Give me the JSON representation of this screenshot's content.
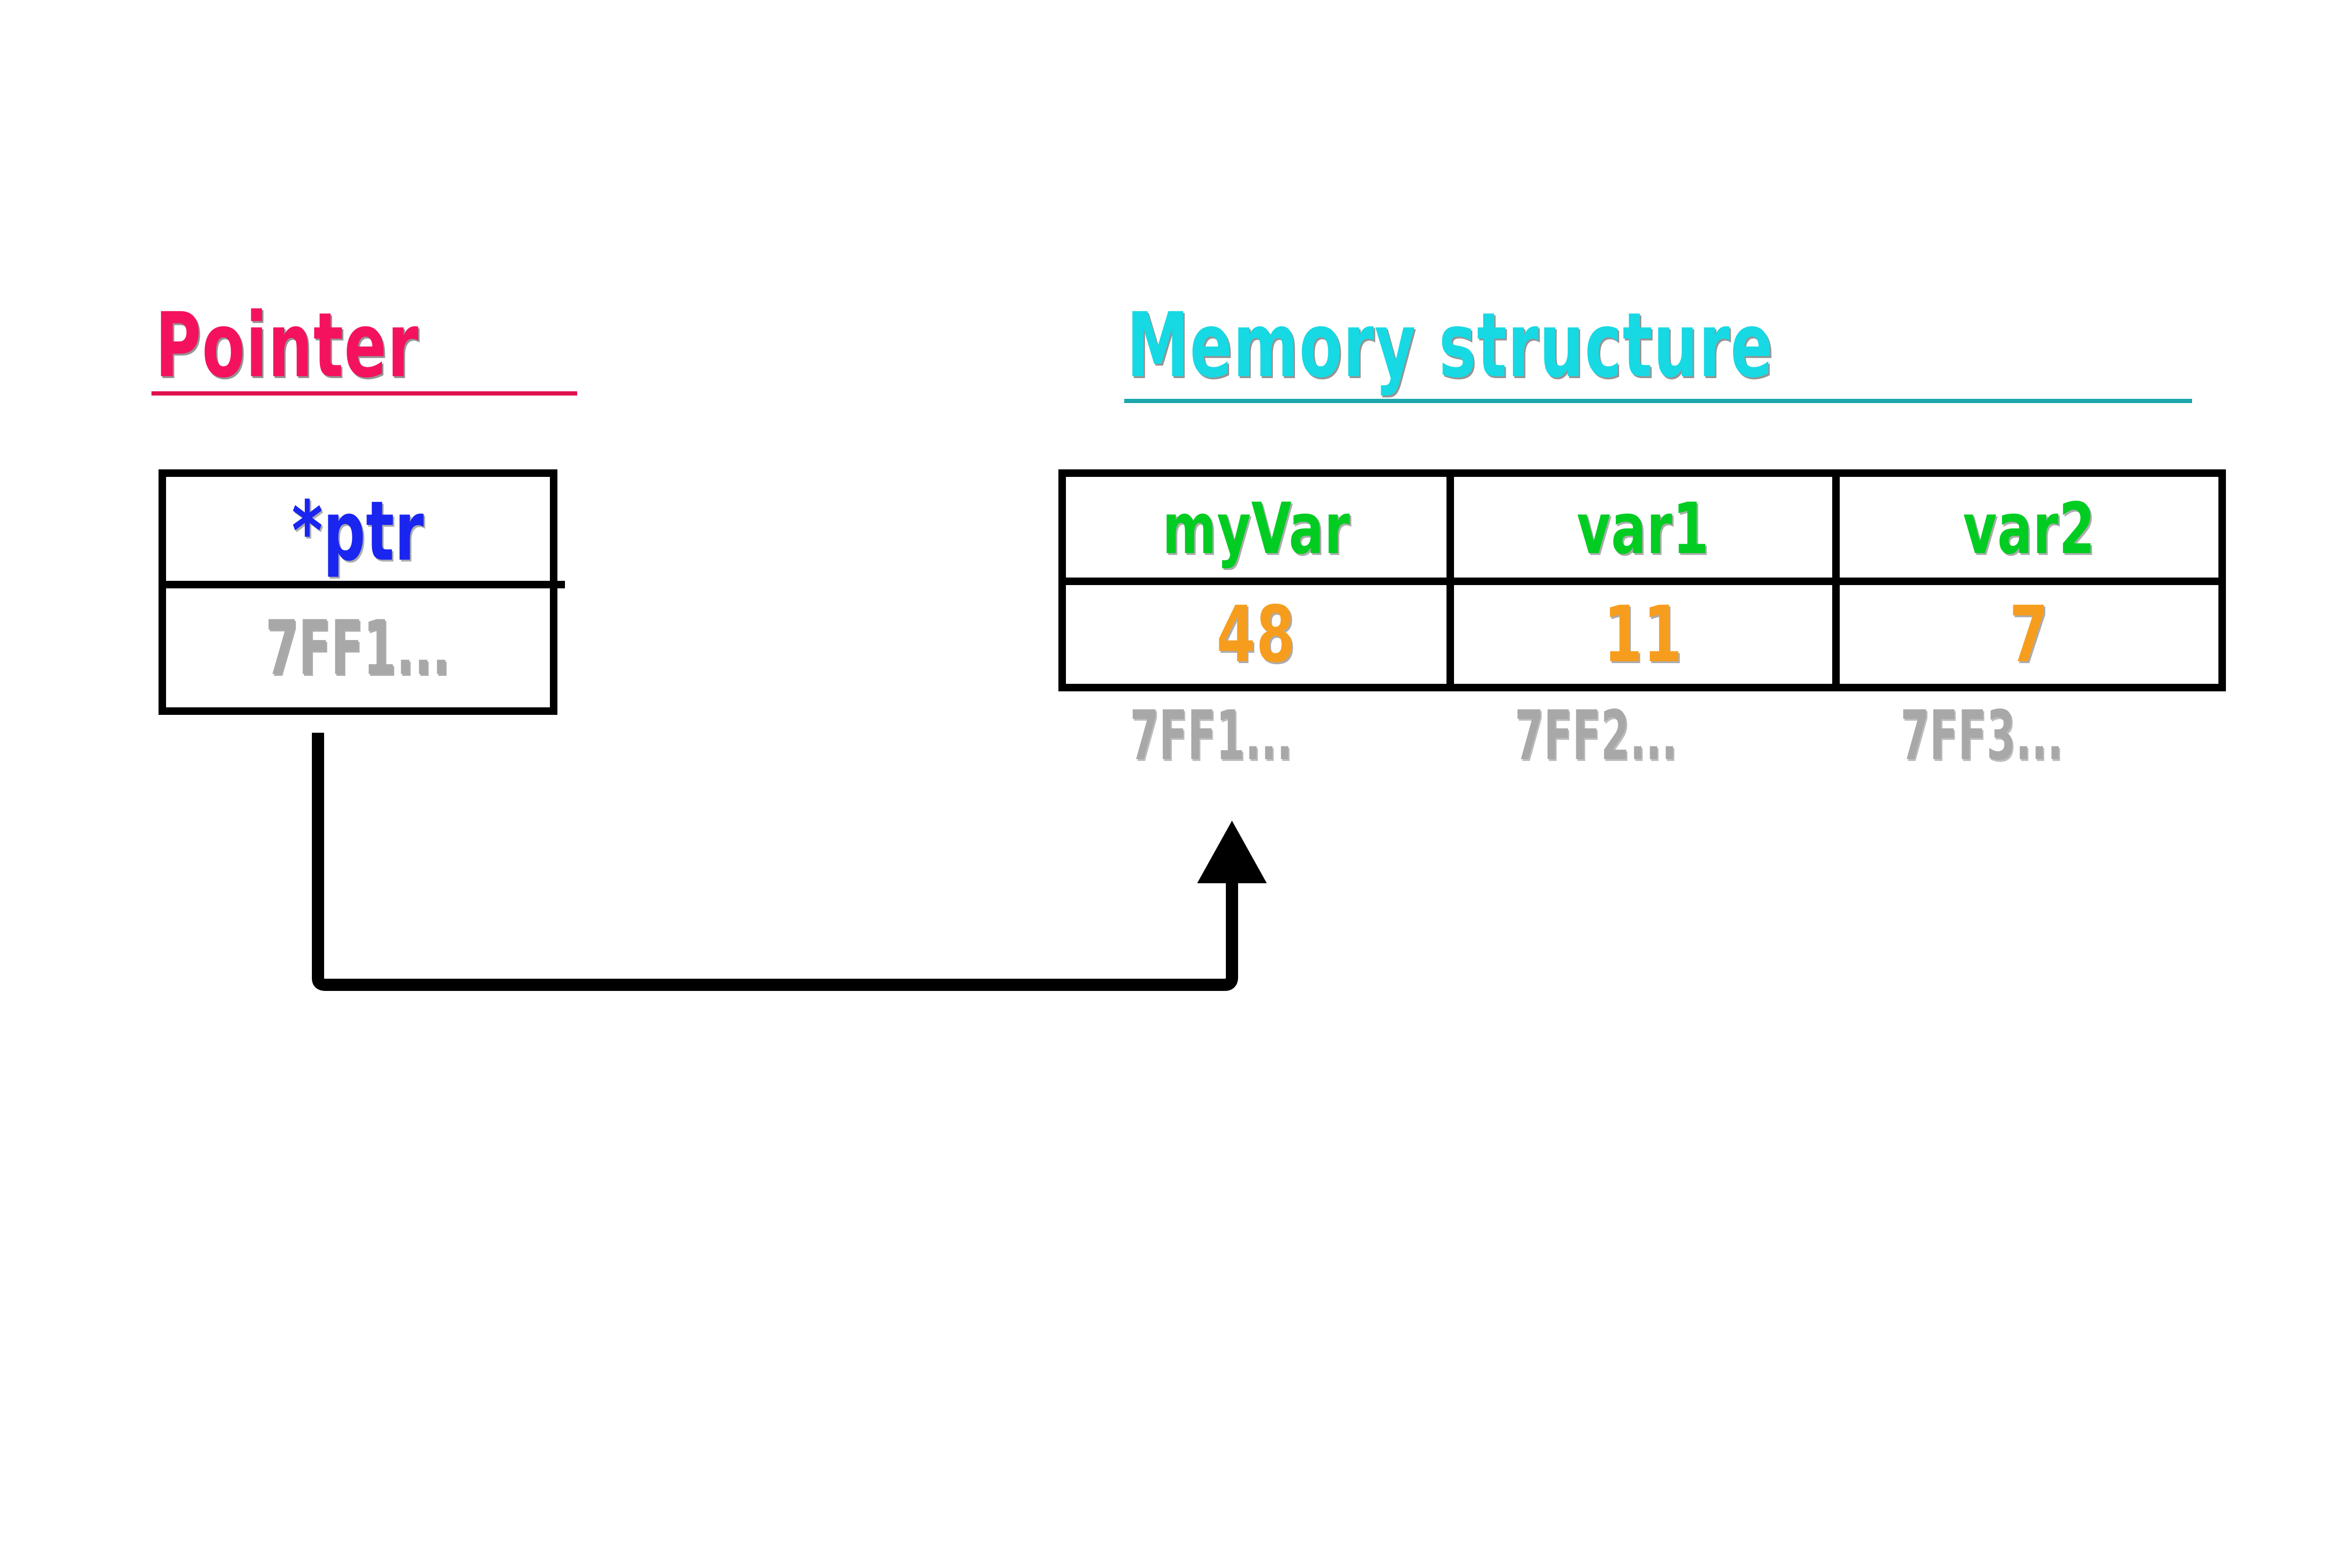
{
  "diagram": {
    "title_pointer": "Pointer",
    "title_memory": "Memory structure",
    "colors": {
      "pointer_title": "#f4125e",
      "memory_title": "#16d9e3",
      "pointer_name": "#1a25f0",
      "address_gray": "#a8a8a8",
      "variable_green": "#00cc22",
      "value_orange": "#f79d1e",
      "border_black": "#000000",
      "background": "#ffffff"
    }
  },
  "pointer": {
    "name": "*ptr",
    "address_value": "7FF1..."
  },
  "memory": {
    "cells": [
      {
        "name": "myVar",
        "value": "48",
        "address": "7FF1..."
      },
      {
        "name": "var1",
        "value": "11",
        "address": "7FF2..."
      },
      {
        "name": "var2",
        "value": "7",
        "address": "7FF3..."
      }
    ]
  },
  "arrow": {
    "name": "pointer-to-myvar-arrow",
    "from": "pointer address cell",
    "to": "myVar address"
  }
}
